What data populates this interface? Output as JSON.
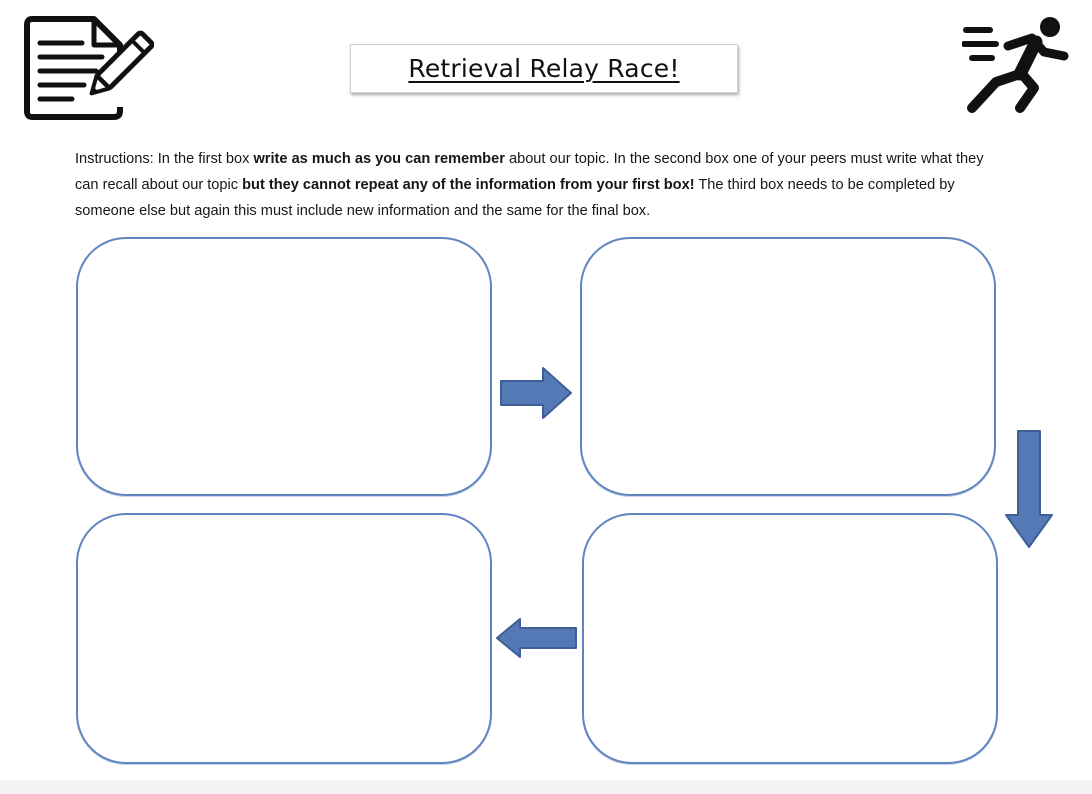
{
  "header": {
    "title": "Retrieval Relay Race!",
    "left_icon": "notepad-pencil-icon",
    "right_icon": "running-person-icon"
  },
  "instructions": {
    "lead": "Instructions: In the first box ",
    "bold_1": "write as much as you can remember",
    "mid_1": " about our topic. In the second box one of your peers must write what they can recall about our topic ",
    "bold_2": "but they cannot repeat any of the information from your first box!",
    "tail": " The third box needs to be completed by someone else but again this must include new information and the same for the final box."
  },
  "boxes": [
    "",
    "",
    "",
    ""
  ],
  "arrows": [
    "arrow-right-icon",
    "arrow-down-icon",
    "arrow-left-icon"
  ],
  "colors": {
    "box_border": "#6185c0",
    "arrow_fill": "#5479b5",
    "arrow_stroke": "#3d5f98",
    "icon": "#111111"
  }
}
